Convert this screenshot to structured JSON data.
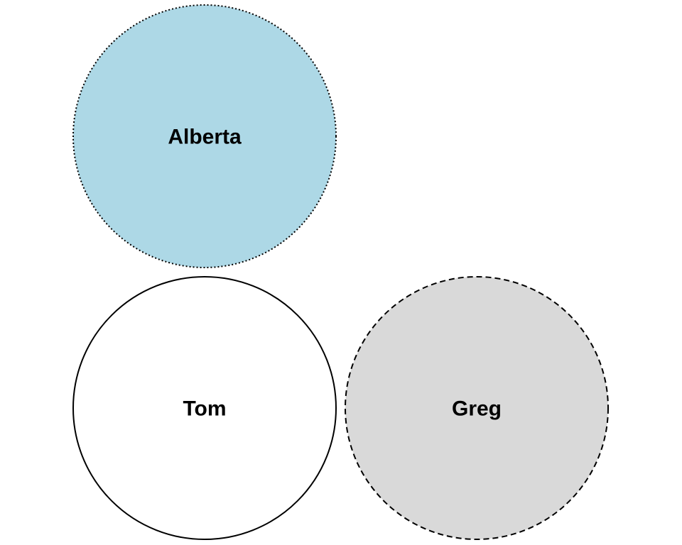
{
  "nodes": [
    {
      "id": "alberta",
      "label": "Alberta",
      "fill": "#add8e6",
      "stroke": "#000000",
      "border": "dotted"
    },
    {
      "id": "tom",
      "label": "Tom",
      "fill": "#ffffff",
      "stroke": "#000000",
      "border": "solid"
    },
    {
      "id": "greg",
      "label": "Greg",
      "fill": "#d9d9d9",
      "stroke": "#000000",
      "border": "dashed"
    }
  ]
}
